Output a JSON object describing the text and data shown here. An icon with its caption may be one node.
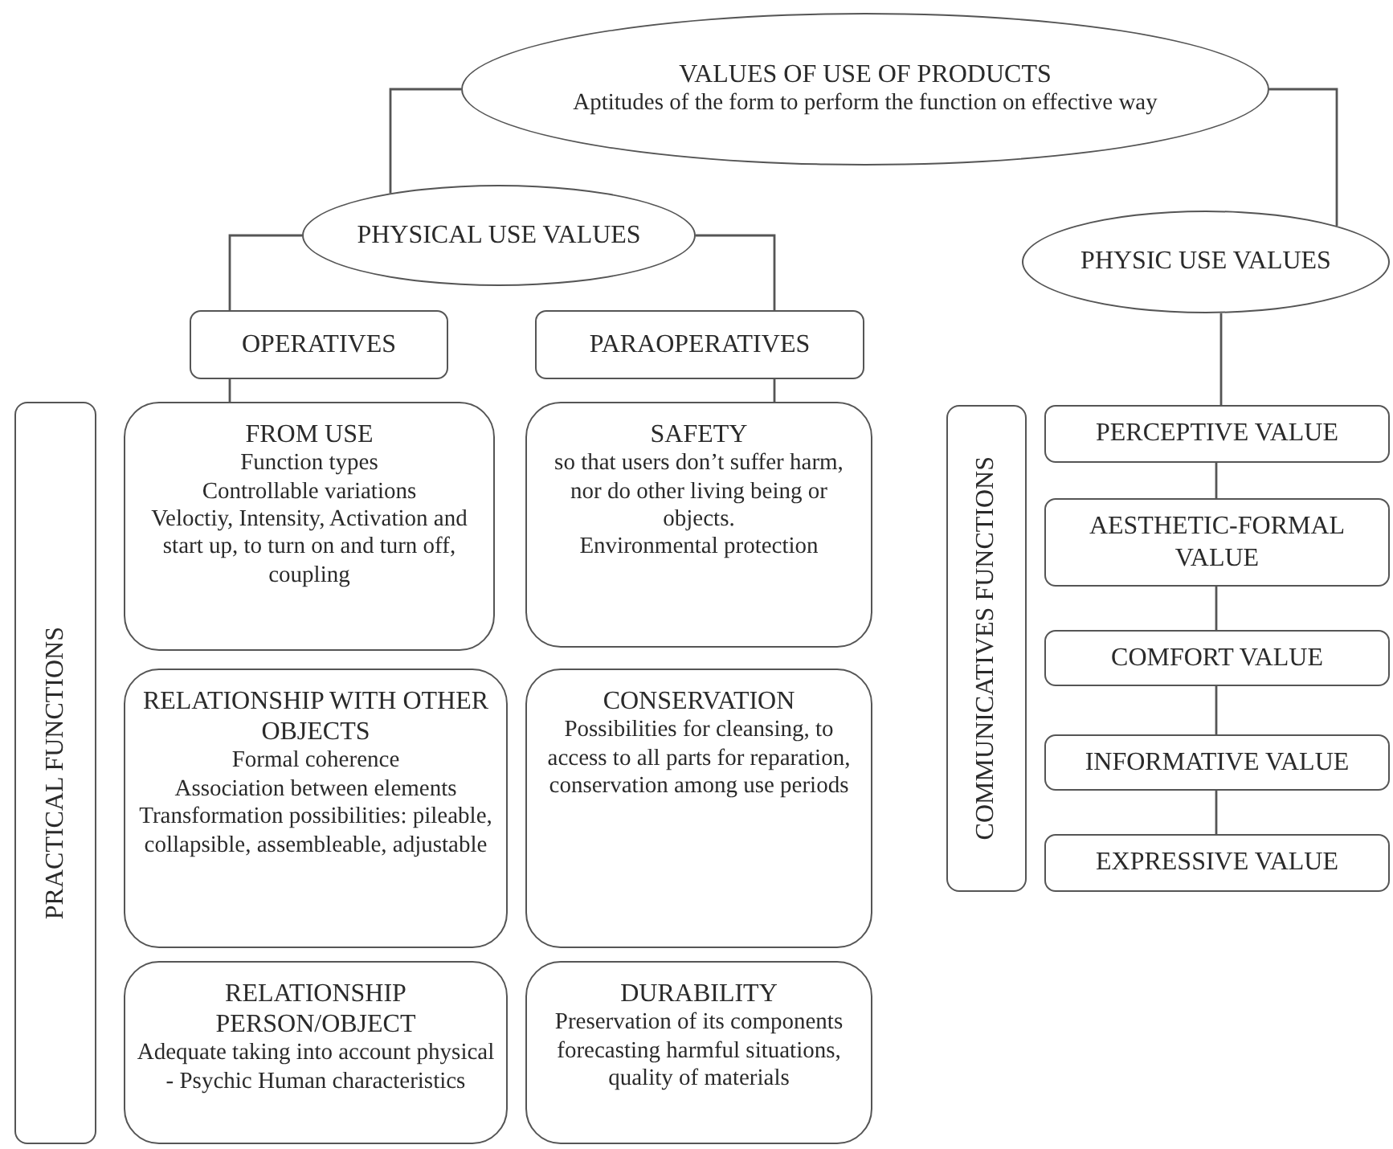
{
  "diagram": {
    "nodes": [
      {
        "text": [
          "VALUES OF USE OF PRODUCTS",
          "Aptitudes of the form to perform the function on effective way"
        ]
      },
      {
        "text": [
          "PHYSICAL USE VALUES"
        ]
      },
      {
        "text": [
          "PHYSIC USE VALUES"
        ]
      },
      {
        "text": [
          "OPERATIVES"
        ]
      },
      {
        "text": [
          "PARAOPERATIVES"
        ]
      },
      {
        "text": [
          "PRACTICAL FUNCTIONS"
        ]
      },
      {
        "text": [
          "FROM USE",
          "Function types",
          "Controllable variations",
          "Veloctiy, Intensity, Activation and start up, to turn on and turn off, coupling"
        ]
      },
      {
        "text": [
          "SAFETY",
          "so that users don’t suffer harm, nor do other living being or objects.",
          "Environmental protection"
        ]
      },
      {
        "text": [
          "RELATIONSHIP WITH OTHER OBJECTS",
          "Formal coherence",
          "Association between elements",
          "Transformation possibilities: pileable, collapsible, assembleable, adjustable"
        ]
      },
      {
        "text": [
          "CONSERVATION",
          "Possibilities for cleansing, to access to all parts for reparation, conservation among use periods"
        ]
      },
      {
        "text": [
          "RELATIONSHIP PERSON/OBJECT",
          "Adequate taking into account physical - Psychic Human characteristics"
        ]
      },
      {
        "text": [
          "DURABILITY",
          "Preservation of its components forecasting harmful situations, quality of materials"
        ]
      },
      {
        "text": [
          "COMMUNICATIVES FUNCTIONS"
        ]
      },
      {
        "text": [
          "PERCEPTIVE VALUE"
        ]
      },
      {
        "text": [
          "AESTHETIC-FORMAL VALUE"
        ]
      },
      {
        "text": [
          "COMFORT VALUE"
        ]
      },
      {
        "text": [
          "INFORMATIVE VALUE"
        ]
      },
      {
        "text": [
          "EXPRESSIVE VALUE"
        ]
      }
    ],
    "edges": [
      {
        "from": 0,
        "to": 1,
        "arrow": "none"
      },
      {
        "from": 0,
        "to": 2,
        "arrow": "none"
      },
      {
        "from": 1,
        "to": 3,
        "arrow": "none"
      },
      {
        "from": 1,
        "to": 4,
        "arrow": "none"
      },
      {
        "from": 3,
        "to": 6,
        "arrow": "none"
      },
      {
        "from": 4,
        "to": 7,
        "arrow": "none"
      },
      {
        "from": 2,
        "to": 13,
        "arrow": "none"
      },
      {
        "from": 13,
        "to": 14,
        "arrow": "none"
      },
      {
        "from": 14,
        "to": 15,
        "arrow": "none"
      },
      {
        "from": 15,
        "to": 16,
        "arrow": "none"
      },
      {
        "from": 16,
        "to": 17,
        "arrow": "none"
      }
    ]
  }
}
